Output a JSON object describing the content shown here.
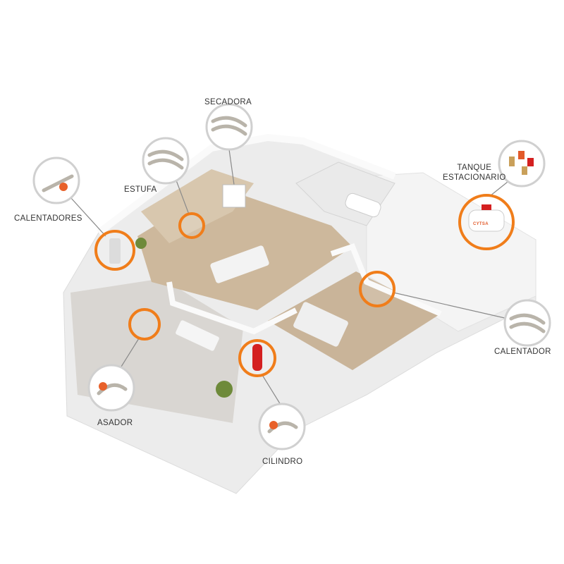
{
  "callouts": {
    "secadora": {
      "label": "SECADORA"
    },
    "estufa": {
      "label": "ESTUFA"
    },
    "calentadores": {
      "label": "CALENTADORES"
    },
    "tanque": {
      "label_line1": "TANQUE",
      "label_line2": "ESTACIONARIO",
      "logo_text": "CYTSA"
    },
    "calentador": {
      "label": "CALENTADOR"
    },
    "asador": {
      "label": "ASADOR"
    },
    "cilindro": {
      "label": "CILINDRO"
    }
  },
  "colors": {
    "accent": "#f07d1a",
    "line": "#8a8a8a",
    "wood": "#c9b499",
    "wall": "#f2f2f2"
  }
}
